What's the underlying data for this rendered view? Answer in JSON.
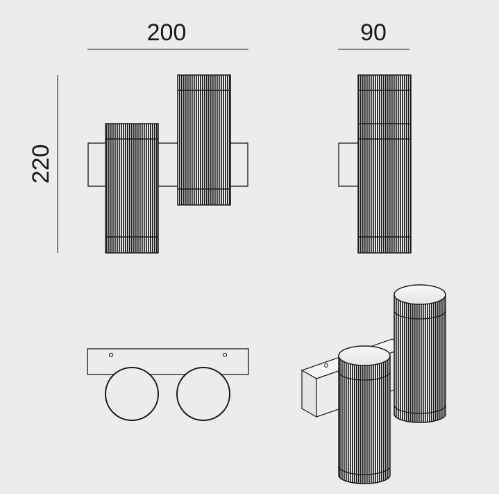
{
  "dimensions": {
    "width": "200",
    "depth": "90",
    "height": "220"
  },
  "colors": {
    "background": "#ececec",
    "line": "#1a1a1a",
    "body_fill": "#2a2a2a",
    "bracket_fill": "#e6e6e6",
    "cap_fill": "#f4f4f4"
  }
}
